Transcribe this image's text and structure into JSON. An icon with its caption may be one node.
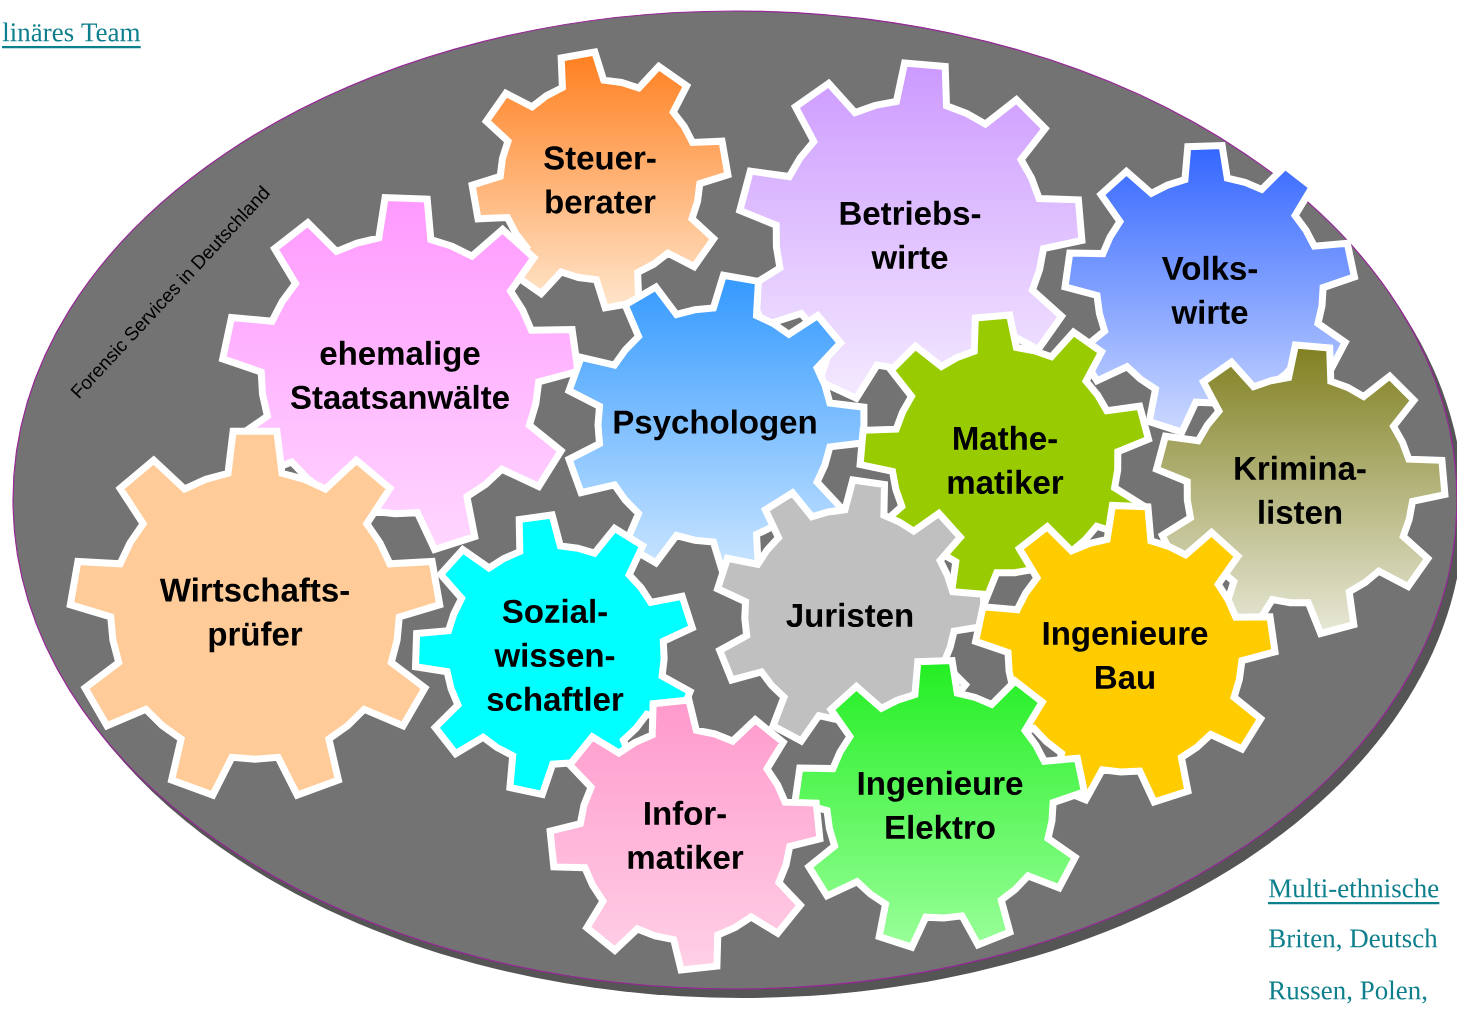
{
  "diagram": {
    "nodes": [
      {
        "text": [
          "Forensic Services in Deutschland"
        ]
      },
      {
        "text": [
          "Steuer- berater"
        ],
        "in": 0
      },
      {
        "text": [
          "Betriebs- wirte"
        ],
        "in": 0
      },
      {
        "text": [
          "Volks- wirte"
        ],
        "in": 0
      },
      {
        "text": [
          "ehemalige Staatsanwälte"
        ],
        "in": 0
      },
      {
        "text": [
          "Psychologen"
        ],
        "in": 0
      },
      {
        "text": [
          "Mathe- matiker"
        ],
        "in": 0
      },
      {
        "text": [
          "Krimina- listen"
        ],
        "in": 0
      },
      {
        "text": [
          "Wirtschafts- prüfer"
        ],
        "in": 0
      },
      {
        "text": [
          "Juristen"
        ],
        "in": 0
      },
      {
        "text": [
          "Sozial- wissen- schaftler"
        ],
        "in": 0
      },
      {
        "text": [
          "Ingenieure Bau"
        ],
        "in": 0
      },
      {
        "text": [
          "Ingenieure Elektro"
        ],
        "in": 0
      },
      {
        "text": [
          "Infor- matiker"
        ],
        "in": 0
      }
    ],
    "labels": [
      "linäres Team",
      "Multi-ethnische",
      "Briten, Deutsch",
      "Russen, Polen,"
    ]
  }
}
